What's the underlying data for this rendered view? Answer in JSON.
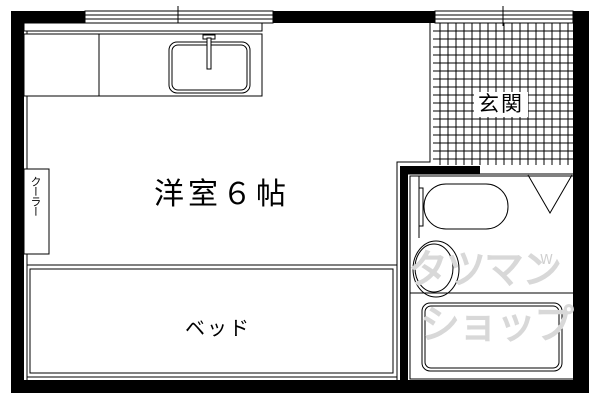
{
  "floorplan": {
    "rooms": {
      "western_room": {
        "label": "洋室６帖",
        "type": "洋室",
        "size_jo": 6
      },
      "entrance": {
        "label": "玄関"
      },
      "bed": {
        "label": "ベッド"
      },
      "air_conditioner": {
        "label": "クーラー"
      }
    },
    "fixtures": [
      "kitchen-counter",
      "kitchen-sink",
      "toilet",
      "washbasin",
      "bathtub",
      "window-top-left",
      "window-top-right",
      "door-bath"
    ],
    "watermark": {
      "line1": "タツマン",
      "line2": "ショップ",
      "superscript": "W"
    },
    "colors": {
      "wall": "#000000",
      "line": "#000000",
      "background": "#ffffff",
      "watermark": "#d8d8d8"
    }
  }
}
